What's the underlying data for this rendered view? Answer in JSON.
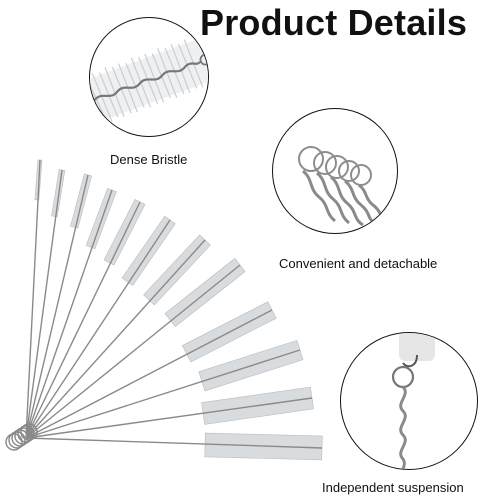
{
  "header": {
    "title": "Product Details"
  },
  "features": [
    {
      "caption": "Dense Bristle",
      "icon": "dense-bristle-closeup-image"
    },
    {
      "caption": "Convenient and detachable",
      "icon": "key-ring-closeup-image"
    },
    {
      "caption": "Independent suspension",
      "icon": "hanging-brush-closeup-image"
    }
  ],
  "colors": {
    "wire": "#8a8a8a",
    "bristle": "#d9dcdf",
    "outline": "#111111",
    "background": "#ffffff"
  }
}
